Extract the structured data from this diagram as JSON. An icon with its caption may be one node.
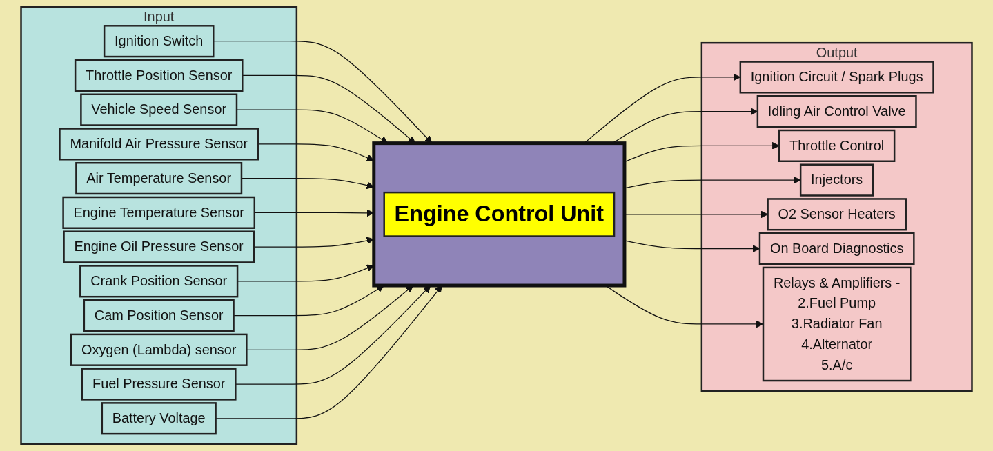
{
  "diagram": {
    "nodes": [
      {
        "text": [
          "Input"
        ]
      },
      {
        "text": [
          "Ignition Switch"
        ],
        "in": 0
      },
      {
        "text": [
          "Throttle Position Sensor"
        ],
        "in": 0
      },
      {
        "text": [
          "Vehicle Speed Sensor"
        ],
        "in": 0
      },
      {
        "text": [
          "Manifold Air Pressure Sensor"
        ],
        "in": 0
      },
      {
        "text": [
          "Air Temperature Sensor"
        ],
        "in": 0
      },
      {
        "text": [
          "Engine Temperature Sensor"
        ],
        "in": 0
      },
      {
        "text": [
          "Engine Oil Pressure Sensor"
        ],
        "in": 0
      },
      {
        "text": [
          "Crank Position Sensor"
        ],
        "in": 0
      },
      {
        "text": [
          "Cam Position Sensor"
        ],
        "in": 0
      },
      {
        "text": [
          "Oxygen (Lambda) sensor"
        ],
        "in": 0
      },
      {
        "text": [
          "Fuel Pressure Sensor"
        ],
        "in": 0
      },
      {
        "text": [
          "Battery Voltage"
        ],
        "in": 0
      },
      {
        "text": [],
        "shape": "box"
      },
      {
        "text": [
          "Engine Control Unit"
        ],
        "in": 13
      },
      {
        "text": [
          "Output"
        ]
      },
      {
        "text": [
          "Ignition Circuit / Spark Plugs"
        ],
        "in": 15
      },
      {
        "text": [
          "Idling Air Control Valve"
        ],
        "in": 15
      },
      {
        "text": [
          "Throttle Control"
        ],
        "in": 15
      },
      {
        "text": [
          "Injectors"
        ],
        "in": 15
      },
      {
        "text": [
          "O2 Sensor Heaters"
        ],
        "in": 15
      },
      {
        "text": [
          "On Board Diagnostics"
        ],
        "in": 15
      },
      {
        "text": [
          "Relays & Amplifiers -",
          "2.Fuel Pump",
          "3.Radiator Fan",
          "4.Alternator",
          "5.A/c"
        ],
        "in": 15
      }
    ],
    "edges": [
      {
        "from": 1,
        "to": 13,
        "arrow": "to"
      },
      {
        "from": 2,
        "to": 13,
        "arrow": "to"
      },
      {
        "from": 3,
        "to": 13,
        "arrow": "to"
      },
      {
        "from": 4,
        "to": 13,
        "arrow": "to"
      },
      {
        "from": 5,
        "to": 13,
        "arrow": "to"
      },
      {
        "from": 6,
        "to": 13,
        "arrow": "to"
      },
      {
        "from": 7,
        "to": 13,
        "arrow": "to"
      },
      {
        "from": 8,
        "to": 13,
        "arrow": "to"
      },
      {
        "from": 9,
        "to": 13,
        "arrow": "to"
      },
      {
        "from": 10,
        "to": 13,
        "arrow": "to"
      },
      {
        "from": 11,
        "to": 13,
        "arrow": "to"
      },
      {
        "from": 12,
        "to": 13,
        "arrow": "to"
      },
      {
        "from": 13,
        "to": 16,
        "arrow": "to"
      },
      {
        "from": 13,
        "to": 17,
        "arrow": "to"
      },
      {
        "from": 13,
        "to": 18,
        "arrow": "to"
      },
      {
        "from": 13,
        "to": 19,
        "arrow": "to"
      },
      {
        "from": 13,
        "to": 20,
        "arrow": "to"
      },
      {
        "from": 13,
        "to": 21,
        "arrow": "to"
      },
      {
        "from": 13,
        "to": 22,
        "arrow": "to"
      }
    ]
  }
}
